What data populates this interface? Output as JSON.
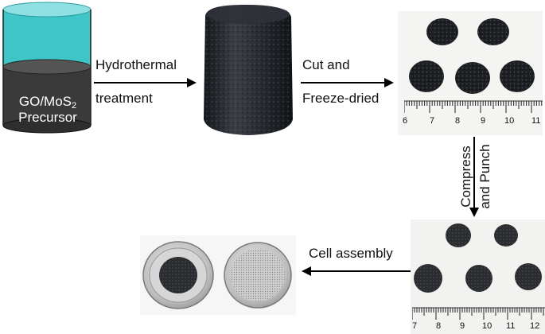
{
  "precursor": {
    "line1": "GO/MoS",
    "subscript": "2",
    "line2": "Precursor"
  },
  "steps": {
    "hydrothermal_line1": "Hydrothermal",
    "hydrothermal_line2": "treatment",
    "cut_line1": "Cut and",
    "cut_line2": "Freeze-dried",
    "compress_line1": "Compress",
    "compress_line2": "and Punch",
    "cell_assembly": "Cell assembly"
  },
  "ruler_top": {
    "ticks": [
      "6",
      "7",
      "8",
      "9",
      "10",
      "11"
    ]
  },
  "ruler_bottom": {
    "ticks": [
      "7",
      "8",
      "9",
      "10",
      "11",
      "12"
    ]
  },
  "colors": {
    "liquid": "#3fc4c8",
    "precursor": "#3a3a3a",
    "aerogel": "#2a2d33",
    "arrow": "#000000"
  }
}
